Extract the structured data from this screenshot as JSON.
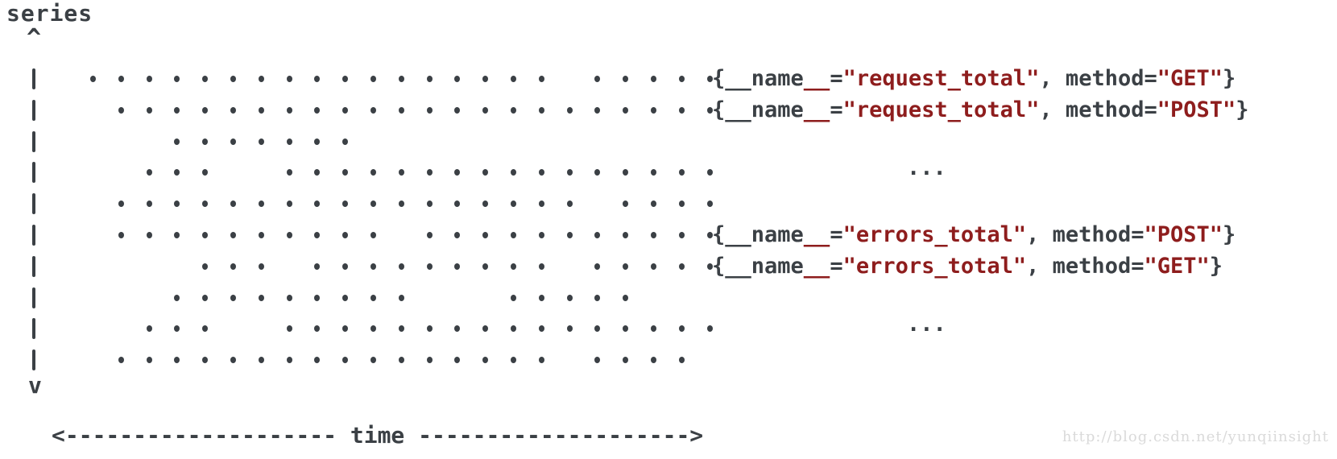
{
  "colors": {
    "fg": "#3b4045",
    "red": "#8e1d1d",
    "dot": "#3b4045",
    "watermark": "#dadada"
  },
  "axis": {
    "series_label": "series",
    "up_glyph": "^",
    "down_glyph": "v",
    "time_axis": "<-------------------- time -------------------->",
    "xlabel": "time",
    "ylabel": "series"
  },
  "watermark": "http://blog.csdn.net/yunqiinsight",
  "chart_data": {
    "type": "scatter",
    "title": "",
    "xlabel": "time",
    "ylabel": "series",
    "legend_position": "right",
    "grid": false,
    "rows": [
      {
        "pattern": "11111111111111111011111",
        "label": {
          "kind": "labelset",
          "segments": [
            {
              "text": "{__name",
              "color": "fg"
            },
            {
              "text": "__",
              "color": "red"
            },
            {
              "text": "=",
              "color": "fg"
            },
            {
              "text": "\"request_total\"",
              "color": "red"
            },
            {
              "text": ", method=",
              "color": "fg"
            },
            {
              "text": "\"GET\"",
              "color": "red"
            },
            {
              "text": "}",
              "color": "fg"
            }
          ]
        }
      },
      {
        "pattern": "01111111111111111111111",
        "label": {
          "kind": "labelset",
          "segments": [
            {
              "text": "{__name",
              "color": "fg"
            },
            {
              "text": "__",
              "color": "red"
            },
            {
              "text": "=",
              "color": "fg"
            },
            {
              "text": "\"request_total\"",
              "color": "red"
            },
            {
              "text": ", method=",
              "color": "fg"
            },
            {
              "text": "\"POST\"",
              "color": "red"
            },
            {
              "text": "}",
              "color": "fg"
            }
          ]
        }
      },
      {
        "pattern": "00011111110000000000000",
        "label": null
      },
      {
        "pattern": "00111001111111111111111",
        "label": {
          "kind": "ellipsis",
          "text": "..."
        }
      },
      {
        "pattern": "01111111111111111101111",
        "label": null
      },
      {
        "pattern": "01111111111011111111111",
        "label": {
          "kind": "labelset",
          "segments": [
            {
              "text": "{__name",
              "color": "fg"
            },
            {
              "text": "__",
              "color": "red"
            },
            {
              "text": "=",
              "color": "fg"
            },
            {
              "text": "\"errors_total\"",
              "color": "red"
            },
            {
              "text": ", method=",
              "color": "fg"
            },
            {
              "text": "\"POST\"",
              "color": "red"
            },
            {
              "text": "}",
              "color": "fg"
            }
          ]
        }
      },
      {
        "pattern": "00001110111111111011111",
        "label": {
          "kind": "labelset",
          "segments": [
            {
              "text": "{__name",
              "color": "fg"
            },
            {
              "text": "__",
              "color": "red"
            },
            {
              "text": "=",
              "color": "fg"
            },
            {
              "text": "\"errors_total\"",
              "color": "red"
            },
            {
              "text": ", method=",
              "color": "fg"
            },
            {
              "text": "\"GET\"",
              "color": "red"
            },
            {
              "text": "}",
              "color": "fg"
            }
          ]
        }
      },
      {
        "pattern": "00011111111100011111000",
        "label": null
      },
      {
        "pattern": "00111001111111111111111",
        "label": {
          "kind": "ellipsis",
          "text": "..."
        }
      },
      {
        "pattern": "01111111111111111011110",
        "label": null
      }
    ]
  }
}
